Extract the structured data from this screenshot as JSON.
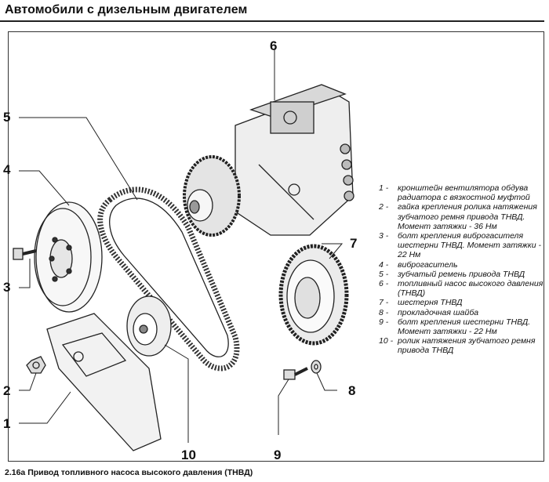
{
  "header": {
    "title": "Автомобили с дизельным двигателем"
  },
  "callouts": [
    {
      "id": "1",
      "label": "1"
    },
    {
      "id": "2",
      "label": "2"
    },
    {
      "id": "3",
      "label": "3"
    },
    {
      "id": "4",
      "label": "4"
    },
    {
      "id": "5",
      "label": "5"
    },
    {
      "id": "6",
      "label": "6"
    },
    {
      "id": "7",
      "label": "7"
    },
    {
      "id": "8",
      "label": "8"
    },
    {
      "id": "9",
      "label": "9"
    },
    {
      "id": "10",
      "label": "10"
    }
  ],
  "legend": [
    {
      "num": "1 -",
      "text": "кронштейн вентилятора обдува радиатора с вязкостной муфтой"
    },
    {
      "num": "2 -",
      "text": "гайка крепления ролика натяжения зубчатого ремня привода ТНВД. Момент затяжки - 36 Нм"
    },
    {
      "num": "3 -",
      "text": "болт крепления виброгасителя шестерни ТНВД. Момент затяжки - 22 Нм"
    },
    {
      "num": "4 -",
      "text": "виброгаситель"
    },
    {
      "num": "5 -",
      "text": "зубчатый ремень привода ТНВД"
    },
    {
      "num": "6 -",
      "text": "топливный насос высокого давления (ТНВД)"
    },
    {
      "num": "7 -",
      "text": "шестерня ТНВД"
    },
    {
      "num": "8 -",
      "text": "прокладочная шайба"
    },
    {
      "num": "9 -",
      "text": "болт крепления шестерни ТНВД. Момент затяжки - 22 Нм"
    },
    {
      "num": "10 -",
      "text": "ролик натяжения зубчатого ремня привода ТНВД"
    }
  ],
  "caption": "2.16а Привод топливного насоса высокого давления (ТНВД)"
}
